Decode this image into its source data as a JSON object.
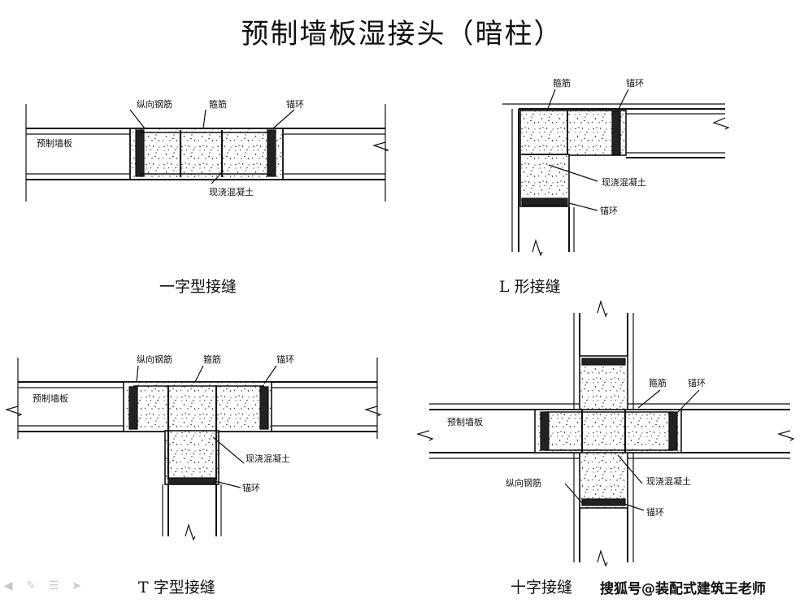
{
  "title": "预制墙板湿接头（暗柱）",
  "captions": {
    "straight": "一字型接缝",
    "l_shape": "L 形接缝",
    "t_shape": "T 字型接缝",
    "cross": "十字接缝"
  },
  "watermark": "搜狐号@装配式建筑王老师",
  "labels": {
    "straight": {
      "panel": "预制墙板",
      "longitudinal": "纵向钢筋",
      "stirrup": "箍筋",
      "anchor": "锚环",
      "concrete": "现浇混凝土"
    },
    "l_shape": {
      "stirrup": "箍筋",
      "anchor_top": "锚环",
      "concrete": "现浇混凝土",
      "anchor_bottom": "锚环"
    },
    "t_shape": {
      "panel": "预制墙板",
      "longitudinal": "纵向钢筋",
      "stirrup": "箍筋",
      "anchor_top": "锚环",
      "concrete": "现浇混凝土",
      "anchor_bottom": "锚环"
    },
    "cross": {
      "panel": "预制墙板",
      "stirrup": "箍筋",
      "anchor_right": "锚环",
      "longitudinal": "纵向钢筋",
      "concrete": "现浇混凝土",
      "anchor_bottom": "锚环"
    }
  },
  "toolbar_icons": [
    "back-arrow-icon",
    "pen-icon",
    "menu-icon",
    "forward-arrow-icon"
  ]
}
